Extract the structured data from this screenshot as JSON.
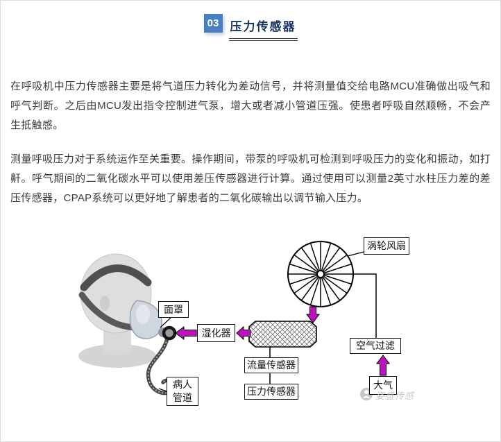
{
  "header": {
    "number": "03",
    "title": "压力传感器",
    "badge_color": "#4a7ec2",
    "title_color": "#16335f"
  },
  "paragraphs": {
    "p1": "在呼吸机中压力传感器主要是将气道压力转化为差动信号，并将测量值交给电路MCU准确做出吸气和呼气判断。之后由MCU发出指令控制进气泵，增大或者减小管道压强。使患者呼吸自然顺畅，不会产生抵触感。",
    "p2": "测量呼吸压力对于系统运作至关重要。操作期间，带泵的呼吸机可检测到呼吸压力的变化和振动，如打鼾。呼气期间的二氧化碳水平可以使用差压传感器进行计算。通过使用可以测量2英寸水柱压力差的差压传感器，CPAP系统可以更好地了解患者的二氧化碳输出以调节输入压力。"
  },
  "diagram": {
    "arrow_color": "#bf10bf",
    "labels": {
      "turbine_fan": "涡轮风扇",
      "mask": "面罩",
      "humidifier": "湿化器",
      "flow_sensor": "流量传感器",
      "pressure_sensor": "压力传感器",
      "air_filter": "空气过滤",
      "atmosphere": "大气",
      "patient_tube": "病人管道"
    },
    "watermark": "姿盛传感"
  }
}
